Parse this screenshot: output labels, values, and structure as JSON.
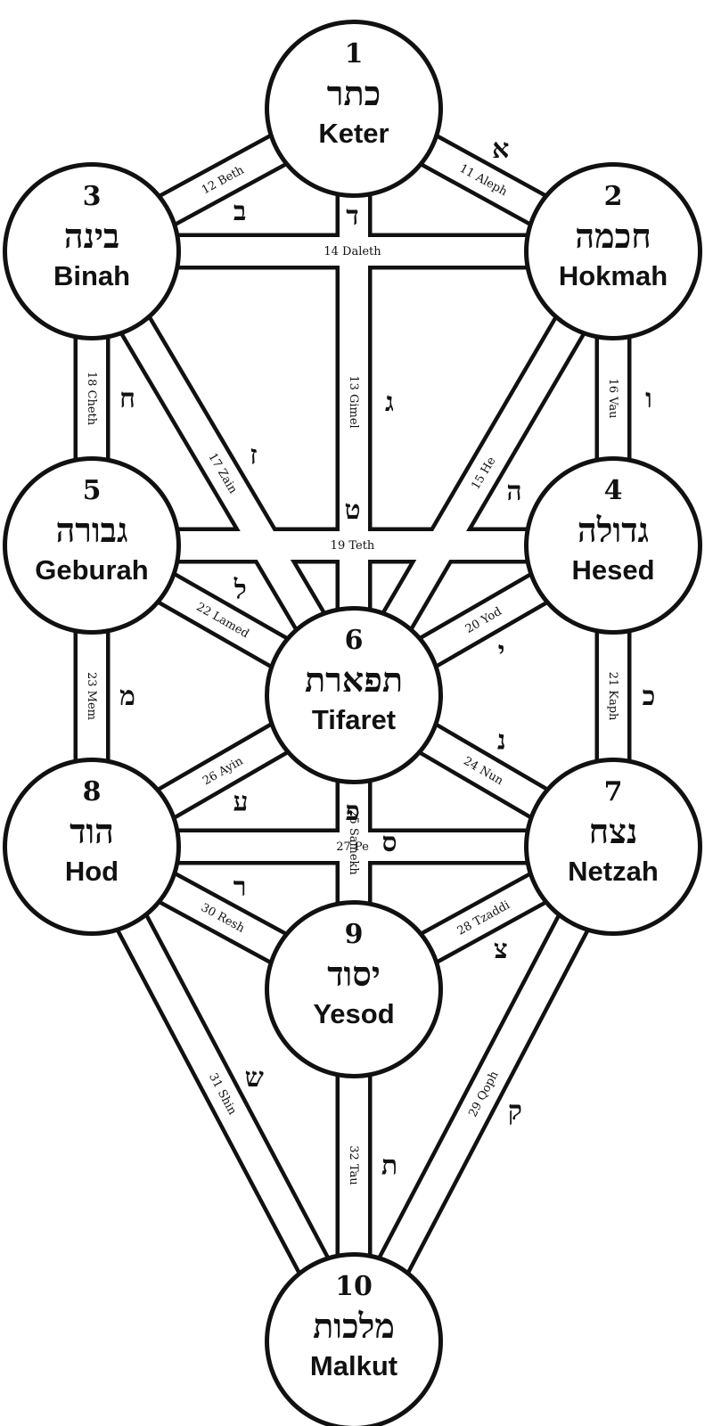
{
  "sefirot": [
    {
      "id": "keter",
      "number": "1",
      "hebrew": "כתר",
      "name": "Keter"
    },
    {
      "id": "hokmah",
      "number": "2",
      "hebrew": "חכמה",
      "name": "Hokmah"
    },
    {
      "id": "binah",
      "number": "3",
      "hebrew": "בינה",
      "name": "Binah"
    },
    {
      "id": "hesed",
      "number": "4",
      "hebrew": "גדולה",
      "name": "Hesed"
    },
    {
      "id": "geburah",
      "number": "5",
      "hebrew": "גבורה",
      "name": "Geburah"
    },
    {
      "id": "tifaret",
      "number": "6",
      "hebrew": "תפארת",
      "name": "Tifaret"
    },
    {
      "id": "netzah",
      "number": "7",
      "hebrew": "נצח",
      "name": "Netzah"
    },
    {
      "id": "hod",
      "number": "8",
      "hebrew": "הוד",
      "name": "Hod"
    },
    {
      "id": "yesod",
      "number": "9",
      "hebrew": "יסוד",
      "name": "Yesod"
    },
    {
      "id": "malkut",
      "number": "10",
      "hebrew": "מלכות",
      "name": "Malkut"
    }
  ],
  "paths": [
    {
      "from": "keter",
      "to": "hokmah",
      "letter": "א",
      "label": "11 Aleph"
    },
    {
      "from": "keter",
      "to": "binah",
      "letter": "ב",
      "label": "12 Beth"
    },
    {
      "from": "keter",
      "to": "tifaret",
      "letter": "ג",
      "label": "13 Gimel"
    },
    {
      "from": "hokmah",
      "to": "binah",
      "letter": "ד",
      "label": "14 Daleth"
    },
    {
      "from": "hokmah",
      "to": "tifaret",
      "letter": "ה",
      "label": "15 He"
    },
    {
      "from": "hokmah",
      "to": "hesed",
      "letter": "ו",
      "label": "16 Vau"
    },
    {
      "from": "binah",
      "to": "tifaret",
      "letter": "ז",
      "label": "17 Zain"
    },
    {
      "from": "binah",
      "to": "geburah",
      "letter": "ח",
      "label": "18 Cheth"
    },
    {
      "from": "hesed",
      "to": "geburah",
      "letter": "ט",
      "label": "19 Teth"
    },
    {
      "from": "hesed",
      "to": "tifaret",
      "letter": "י",
      "label": "20 Yod"
    },
    {
      "from": "hesed",
      "to": "netzah",
      "letter": "כ",
      "label": "21 Kaph"
    },
    {
      "from": "geburah",
      "to": "tifaret",
      "letter": "ל",
      "label": "22 Lamed"
    },
    {
      "from": "geburah",
      "to": "hod",
      "letter": "מ",
      "label": "23 Mem"
    },
    {
      "from": "tifaret",
      "to": "netzah",
      "letter": "נ",
      "label": "24 Nun"
    },
    {
      "from": "tifaret",
      "to": "yesod",
      "letter": "ס",
      "label": "25 Samekh"
    },
    {
      "from": "tifaret",
      "to": "hod",
      "letter": "ע",
      "label": "26 Ayin"
    },
    {
      "from": "netzah",
      "to": "hod",
      "letter": "פ",
      "label": "27 Pe"
    },
    {
      "from": "netzah",
      "to": "yesod",
      "letter": "צ",
      "label": "28 Tzaddi"
    },
    {
      "from": "netzah",
      "to": "malkut",
      "letter": "ק",
      "label": "29 Qoph"
    },
    {
      "from": "hod",
      "to": "yesod",
      "letter": "ר",
      "label": "30 Resh"
    },
    {
      "from": "hod",
      "to": "malkut",
      "letter": "ש",
      "label": "31 Shin"
    },
    {
      "from": "yesod",
      "to": "malkut",
      "letter": "ת",
      "label": "32 Tau"
    }
  ]
}
